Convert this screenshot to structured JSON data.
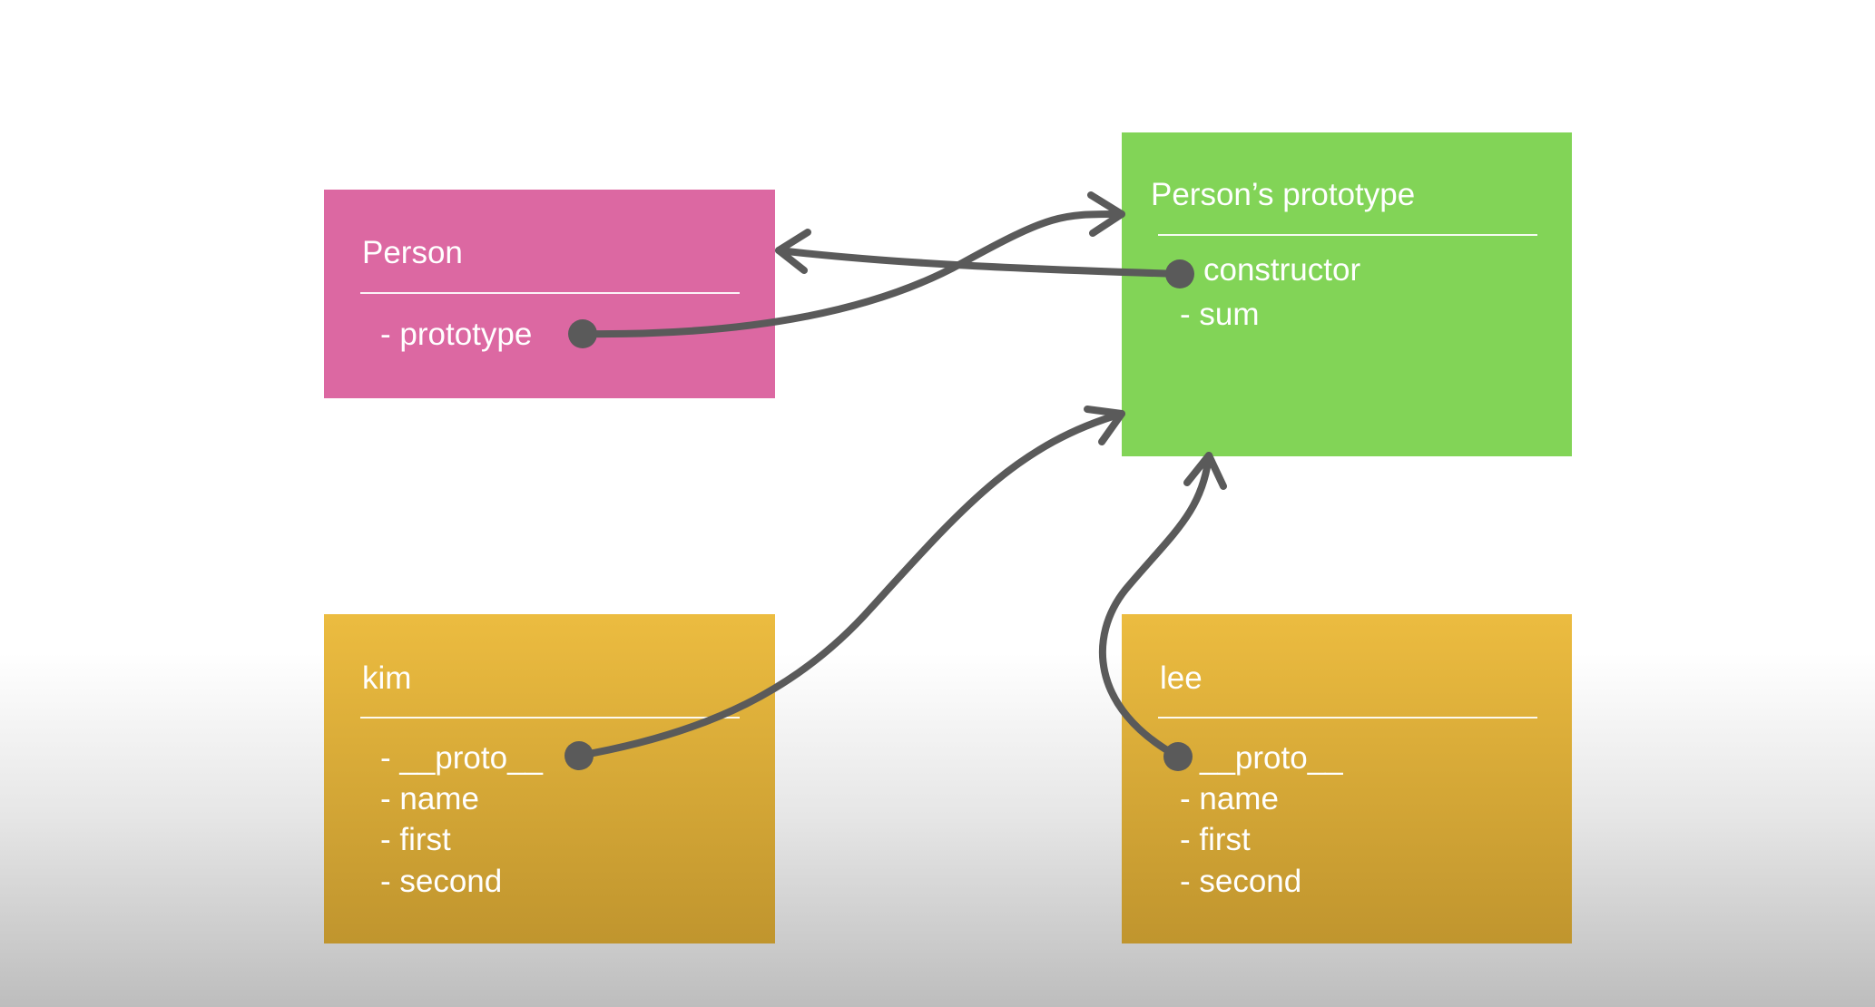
{
  "colors": {
    "person": "#dc68a2",
    "prototype": "#82d457",
    "instance_top": "#ecbc40",
    "instance_bottom": "#c0952e",
    "arrow": "#5a5a5a"
  },
  "person": {
    "title": "Person",
    "items": [
      "- prototype"
    ]
  },
  "prototype_box": {
    "title": "Person’s prototype",
    "items": [
      "constructor",
      "- sum"
    ]
  },
  "kim": {
    "title": "kim",
    "items": [
      "- __proto__",
      "- name",
      "- first",
      "- second"
    ]
  },
  "lee": {
    "title": "lee",
    "items": [
      "__proto__",
      "- name",
      "- first",
      "- second"
    ]
  }
}
